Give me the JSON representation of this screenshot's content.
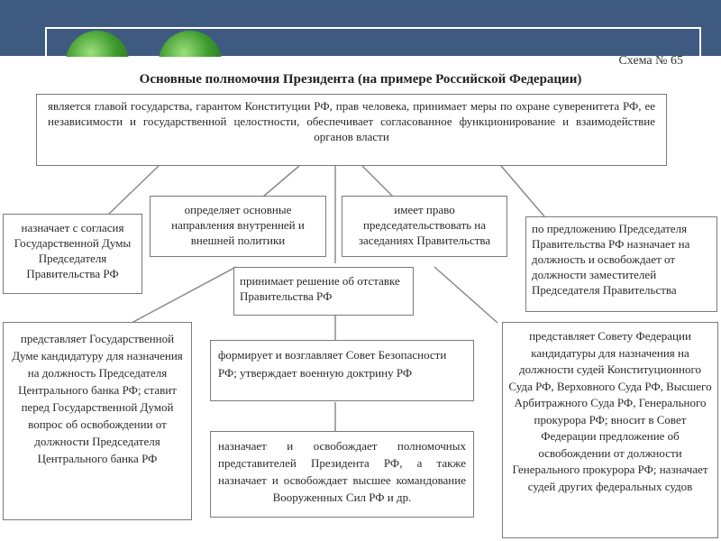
{
  "slide": {
    "scheme_label": "Схема № 65",
    "title": "Основные полномочия Президента (на примере Российской Федерации)"
  },
  "boxes": {
    "top": "является главой государства, гарантом Конституции РФ, прав человека, принимает меры по охране суверенитета РФ, ее независимости и государственной целостности, обеспечивает согласованное функционирование и взаимодействие органов власти",
    "appoints_chairman": "назначает с согласия Государственной Думы Председателя Правительства РФ",
    "determines_policy": "определяет основные направления внутренней и внешней политики",
    "chairs_government": "имеет право председательствовать на заседаниях Правительства",
    "appoints_deputies": "по предложению Председателя Правительства РФ назначает на должность и освобождает от должности заместителей Председателя Правительства",
    "government_resignation": "принимает решение об отставке Правительства РФ",
    "central_bank": "представляет Государственной Думе кандидатуру для назначения на должность Председателя Центрального банка РФ; ставит перед Государственной Думой вопрос об освобождении от должности Председателя Центрального банка РФ",
    "security_council": "формирует и возглавляет Совет Безопасности РФ; утверждает военную доктрину РФ",
    "federation_council": "представляет Совету Федерации кандидатуры для назначения на должности судей Конституционного Суда РФ, Верховного Суда РФ, Высшего Арбитражного Суда РФ, Генерального прокурора РФ; вносит в Совет Федерации предложение об освобождении от должности Генерального прокурора РФ; назначает судей других федеральных судов",
    "representatives": "назначает и освобождает полномочных представителей Президента РФ, а также назначает и освобождает высшее командование Вооруженных Сил РФ и др."
  }
}
